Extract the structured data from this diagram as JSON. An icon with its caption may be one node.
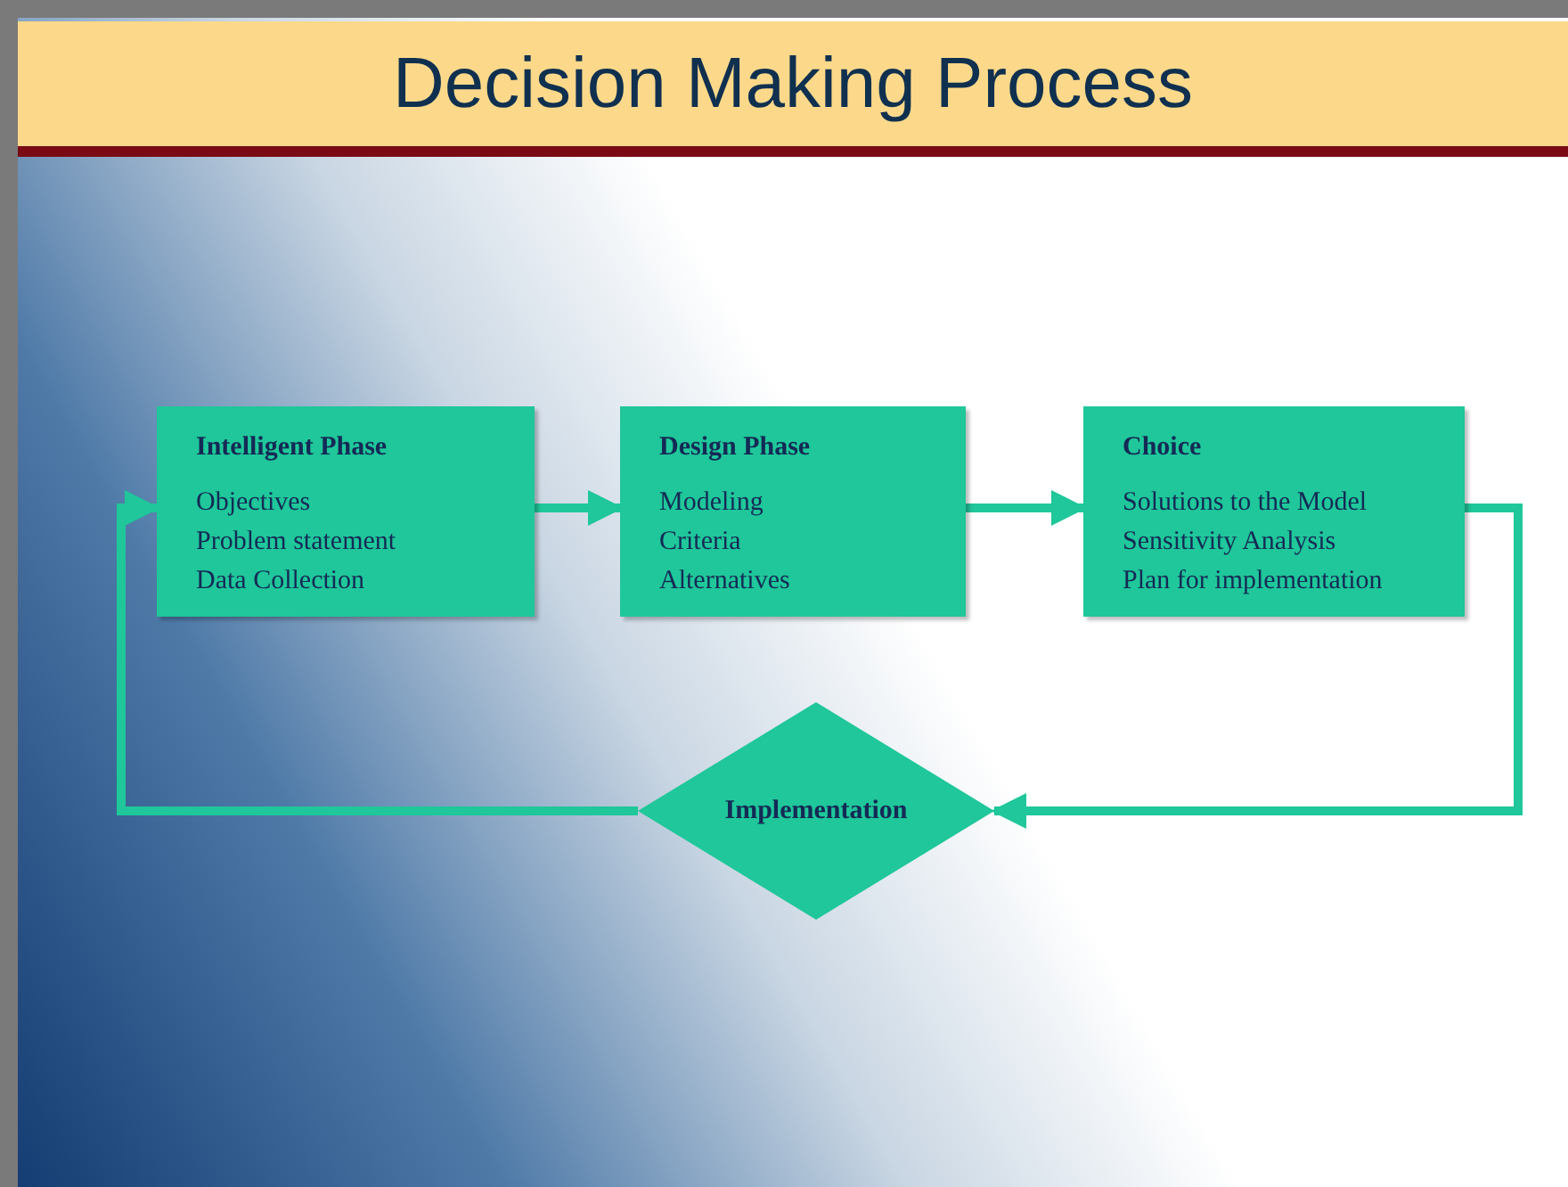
{
  "diagram": {
    "title": "Decision Making Process",
    "nodes": [
      {
        "text": [
          "Intelligent Phase",
          "Objectives",
          "Problem statement",
          "Data Collection"
        ]
      },
      {
        "text": [
          "Design Phase",
          "Modeling",
          "Criteria",
          "Alternatives"
        ]
      },
      {
        "text": [
          "Choice",
          "Solutions to the Model",
          "Sensitivity Analysis",
          "Plan for implementation"
        ]
      },
      {
        "text": [
          "Implementation"
        ]
      }
    ],
    "edges": [
      {
        "from": 0,
        "to": 1,
        "arrow": "to"
      },
      {
        "from": 1,
        "to": 2,
        "arrow": "to"
      },
      {
        "from": 2,
        "to": 3,
        "arrow": "to"
      },
      {
        "from": 3,
        "to": 0,
        "arrow": "to"
      }
    ]
  }
}
